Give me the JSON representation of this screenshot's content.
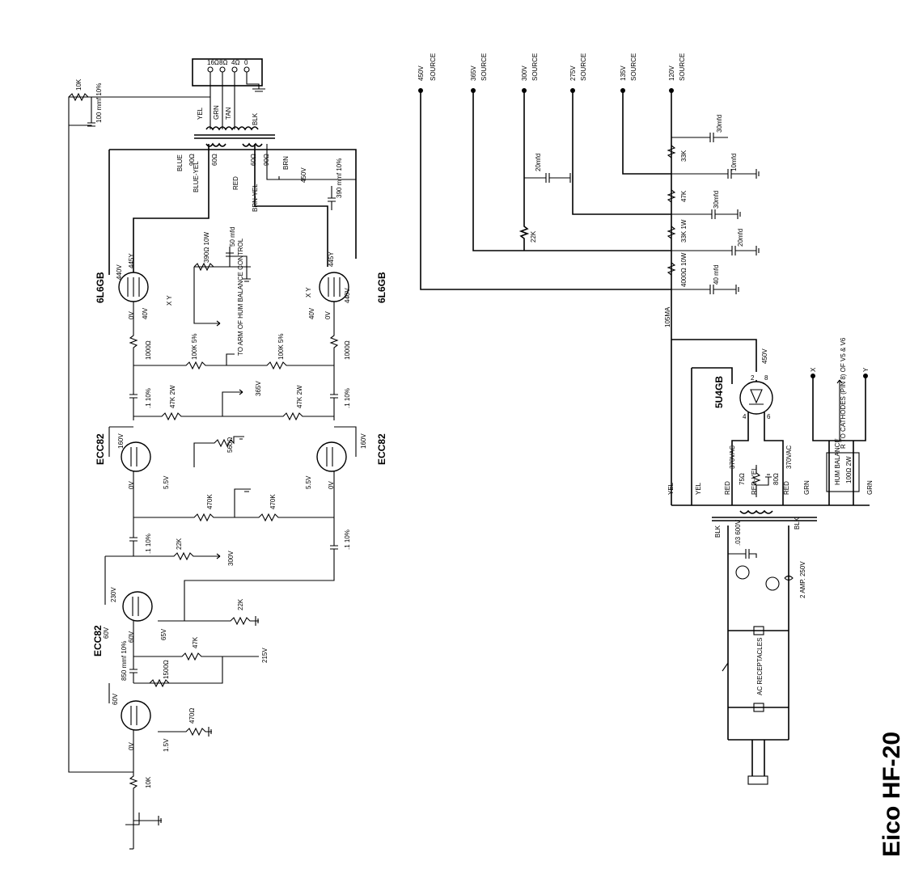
{
  "title": "Eico HF-20",
  "tubes": {
    "power_a": "6L6GB",
    "power_b": "6L6GB",
    "driver_a": "ECC82",
    "driver_b": "ECC82",
    "input": "ECC82",
    "rectifier": "5U4GB"
  },
  "sources": [
    {
      "voltage": "450V",
      "label": "SOURCE"
    },
    {
      "voltage": "365V",
      "label": "SOURCE"
    },
    {
      "voltage": "300V",
      "label": "SOURCE"
    },
    {
      "voltage": "275V",
      "label": "SOURCE"
    },
    {
      "voltage": "135V",
      "label": "SOURCE"
    },
    {
      "voltage": "120V",
      "label": "SOURCE"
    }
  ],
  "output": {
    "taps": [
      "16Ω",
      "8Ω",
      "4Ω",
      "0"
    ],
    "leads": [
      "YEL",
      "GRN",
      "TAN",
      "BLK"
    ],
    "primary": [
      "BLUE",
      "BLUE-YEL",
      "RED",
      "BRN-YEL",
      "BRN"
    ],
    "primary_ohms": [
      "90Ω",
      "60Ω",
      "60Ω",
      "90Ω"
    ],
    "feedback_r": "10K",
    "feedback_c": "100 mmf 10%"
  },
  "power_stage": {
    "b_plus": "450V",
    "b_plus_cap": "390 mmf 10%",
    "plate_a": "445Y",
    "plate_b": "445Y",
    "screen_a": "440V",
    "screen_b": "440V",
    "cathode_r": "390Ω 10W",
    "cathode_c": "50 mfd",
    "grid_a": "0V",
    "grid_b": "0V",
    "cath_v_a": "40V",
    "cath_v_b": "40V",
    "grid_stop_a": "1000Ω",
    "grid_stop_b": "1000Ω",
    "bias_r_a": "100K 5%",
    "bias_r_b": "100K 5%",
    "hum_note": "TO ARM OF HUM BALANCE CONTROL",
    "xy": "X Y"
  },
  "driver_stage": {
    "coupling_a": ".1 10%",
    "coupling_b": ".1 10%",
    "load_a": "47K 2W",
    "load_b": "47K 2W",
    "supply": "365V",
    "plate_a": "160V",
    "plate_b": "160V",
    "cathode_r": "560Ω",
    "cath_v_a": "5.5V",
    "cath_v_b": "5.5V",
    "grid_a": "0V",
    "grid_b": "0V",
    "grid_r_a": "470K",
    "grid_r_b": "470K"
  },
  "pi_stage": {
    "coupling_a": ".1 10%",
    "coupling_b": ".1 10%",
    "plate_load": "22K",
    "plate_supply": "300V",
    "cath_load": "22K",
    "plate_v": "230V",
    "cath_v": "65V",
    "grid_v": "60V"
  },
  "input_stage": {
    "plate_v": "60V",
    "load_r": "47K",
    "supply": "215V",
    "shunt_c": "850 mmf 10%",
    "shunt_r": "1500Ω",
    "grid_v": "0V",
    "cath_v": "1.5V",
    "cath_r": "470Ω",
    "volume": "10K"
  },
  "supply_filter": {
    "r1": "4000Ω 10W",
    "c1": "40 mfd",
    "r2": "33K 1W",
    "c2": "20mfd",
    "r3": "47K",
    "c3": "30mfd",
    "r4": "33K",
    "c4": "10mfd",
    "c5": "30mfd",
    "r_300": "22K",
    "c_300": "20mfd",
    "current": "105MA"
  },
  "power_supply": {
    "rect_pins": [
      "2",
      "8",
      "4",
      "6"
    ],
    "b_plus": "450V",
    "hv_a": "370VAC",
    "hv_b": "370VAC",
    "leads": [
      "YEL",
      "YEL",
      "RED",
      "RED-YEL",
      "RED",
      "GRN",
      "GRN",
      "BLK",
      "BLK"
    ],
    "ct_r_a": "75Ω",
    "ct_r_b": "80Ω",
    "hum_balance": "HUM BALANCE",
    "hum_value": "100Ω 2W",
    "cathodes_note": "R TO CATHODES (PIN 8) OF V5 & V6",
    "x": "X",
    "y": "Y",
    "line_cap": ".03 600V",
    "fuse": "2 AMP. 250V",
    "receptacles": "AC RECEPTACLES"
  }
}
